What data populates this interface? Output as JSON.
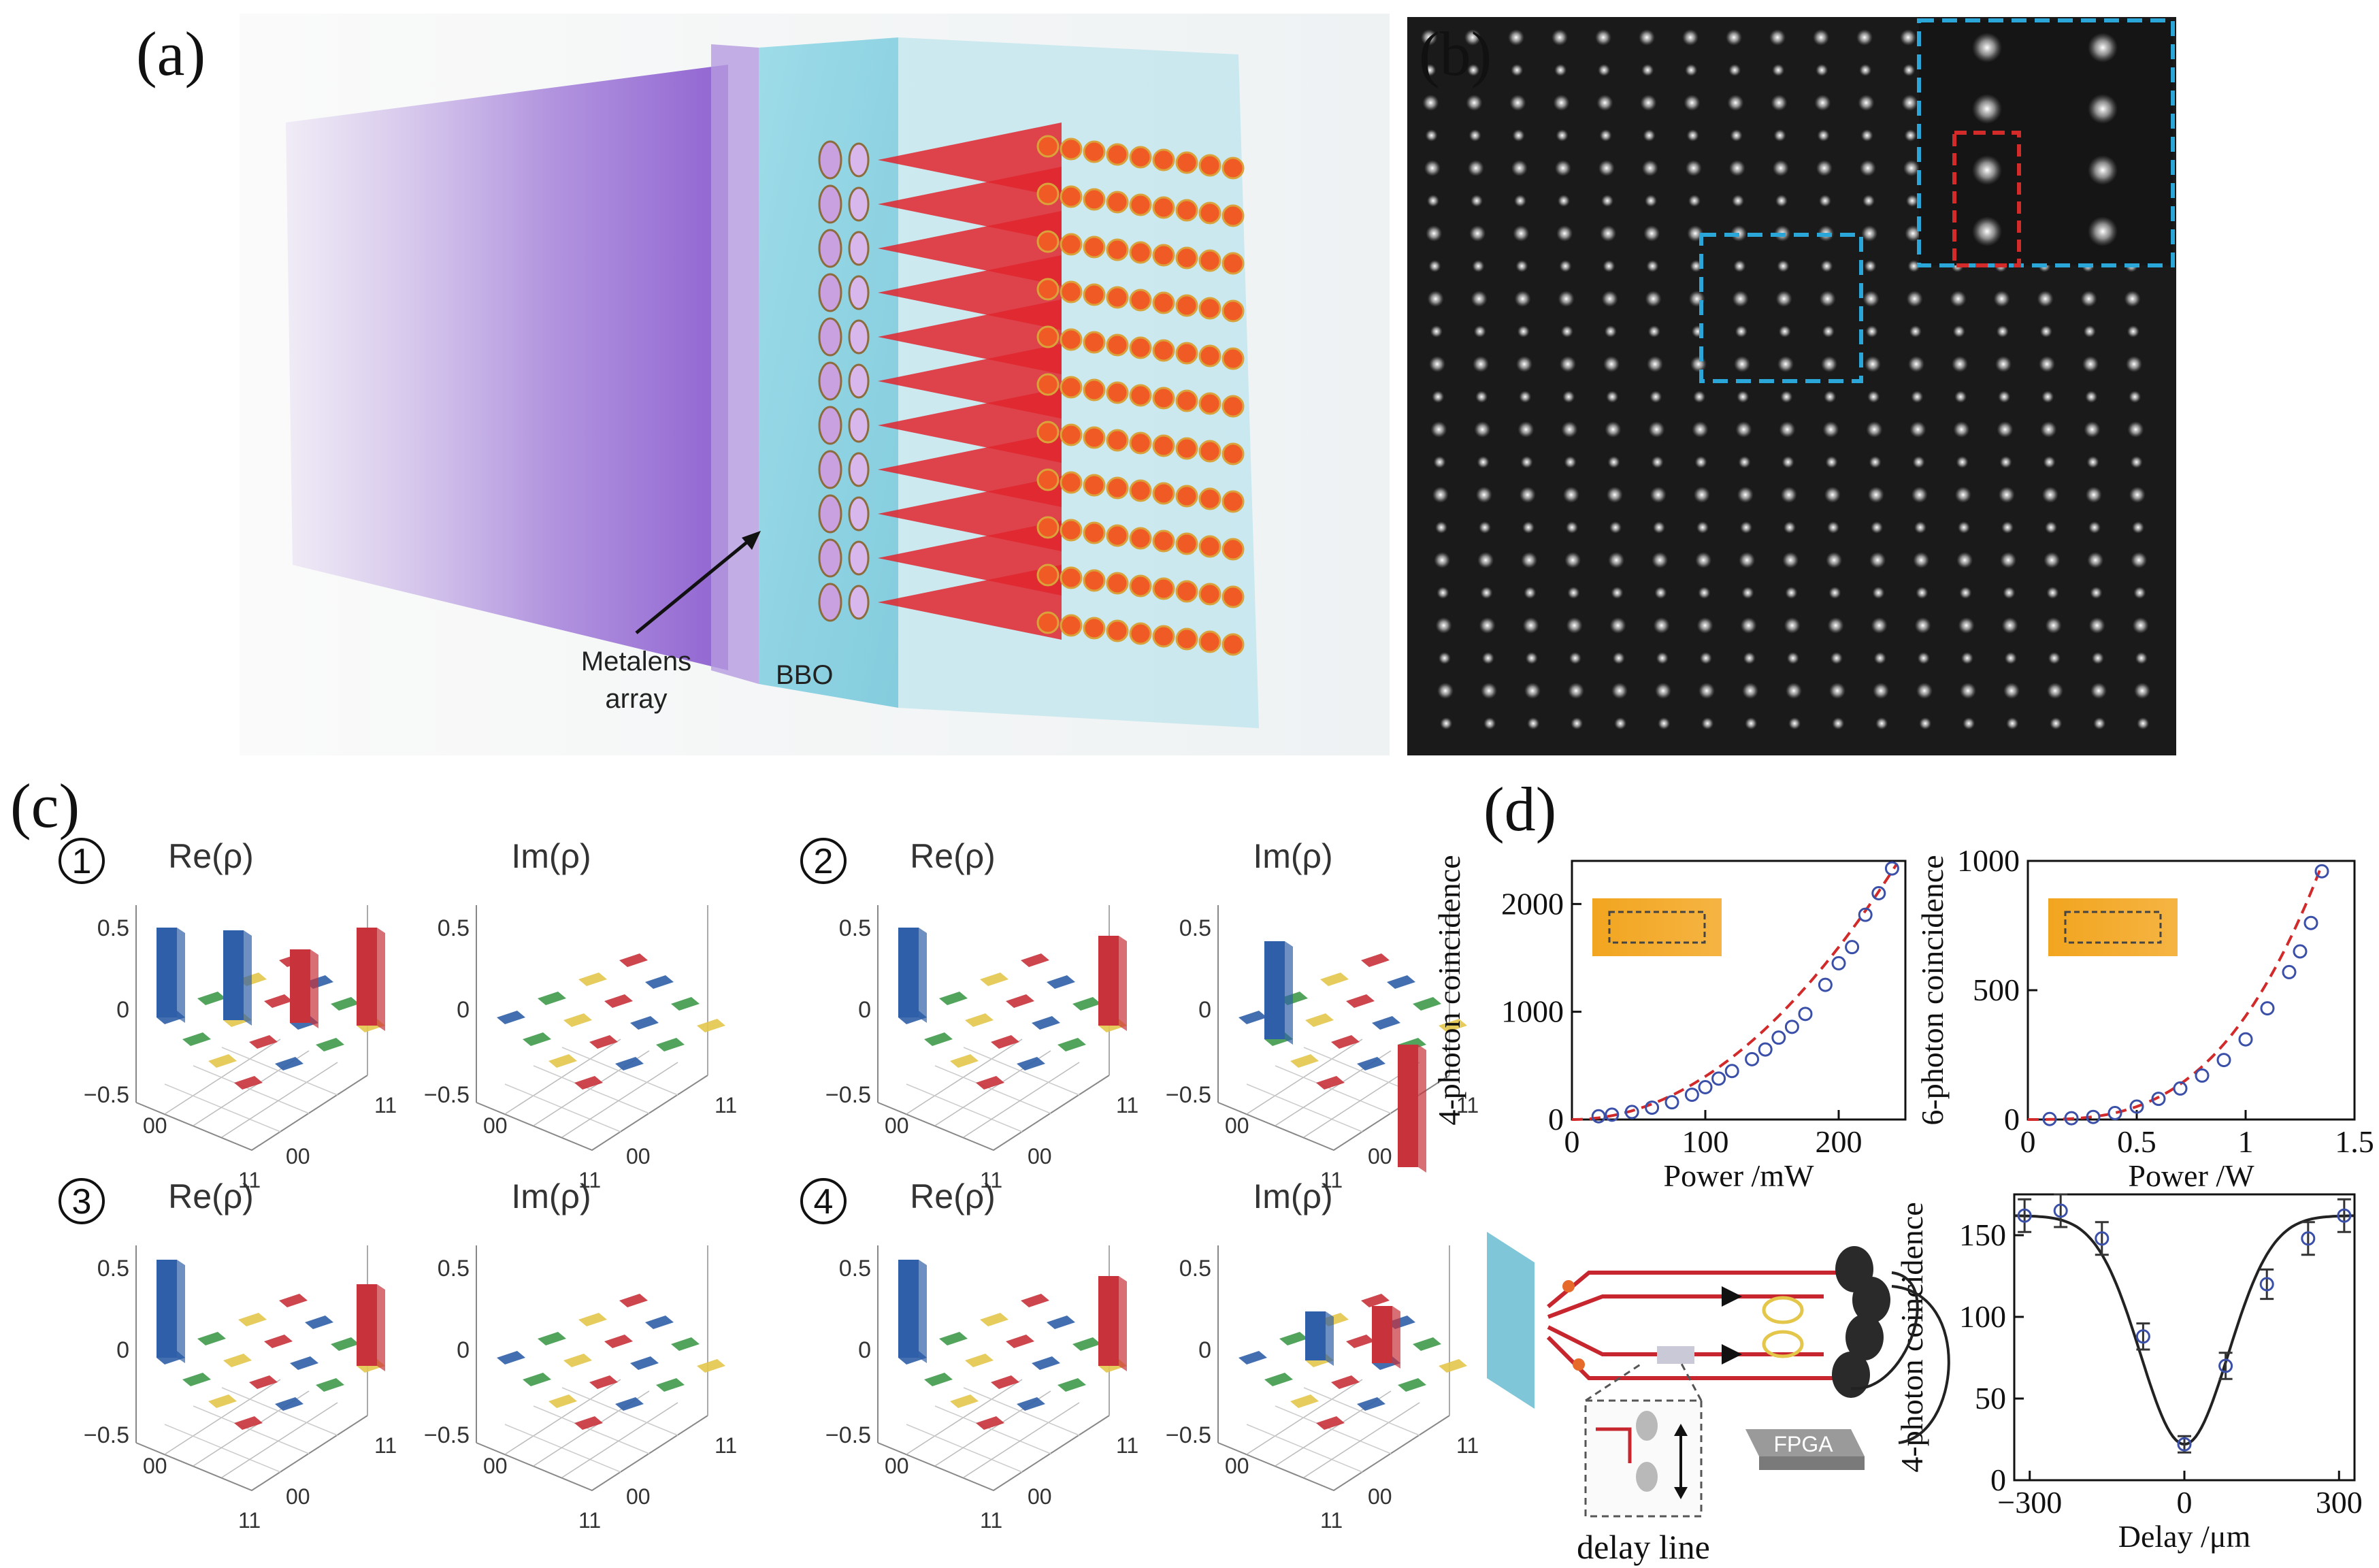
{
  "panels": {
    "a": {
      "label": "(a)",
      "metalens_label_line1": "Metalens",
      "metalens_label_line2": "array",
      "bbo_label": "BBO"
    },
    "b": {
      "label": "(b)"
    },
    "c": {
      "label": "(c)",
      "groups": [
        {
          "number": "1",
          "re": "Re(ρ)",
          "im": "Im(ρ)"
        },
        {
          "number": "2",
          "re": "Re(ρ)",
          "im": "Im(ρ)"
        },
        {
          "number": "3",
          "re": "Re(ρ)",
          "im": "Im(ρ)"
        },
        {
          "number": "4",
          "re": "Re(ρ)",
          "im": "Im(ρ)"
        }
      ],
      "ztick_top": "0.5",
      "ztick_mid": "0",
      "ztick_bot": "−0.5",
      "axis_00": "00",
      "axis_11": "11",
      "colors": {
        "blue": "#2f5fa8",
        "red": "#c8323a",
        "green": "#3f9a4a",
        "yellow": "#e3c64a"
      }
    },
    "d": {
      "label": "(d)",
      "delay_line_label": "delay line",
      "fpga_label": "FPGA"
    }
  },
  "chart_data": [
    {
      "type": "scatter",
      "id": "d-power-4photon",
      "xlabel": "Power /mW",
      "ylabel": "4-photon coincidence",
      "xlim": [
        0,
        250
      ],
      "ylim": [
        0,
        2400
      ],
      "xticks": [
        0,
        100,
        200
      ],
      "yticks": [
        0,
        1000,
        2000
      ],
      "series": [
        {
          "values": [
            [
              20,
              30
            ],
            [
              30,
              45
            ],
            [
              45,
              70
            ],
            [
              60,
              110
            ],
            [
              75,
              160
            ],
            [
              90,
              230
            ],
            [
              100,
              300
            ],
            [
              110,
              380
            ],
            [
              120,
              450
            ],
            [
              135,
              560
            ],
            [
              145,
              650
            ],
            [
              155,
              760
            ],
            [
              165,
              860
            ],
            [
              175,
              980
            ],
            [
              190,
              1250
            ],
            [
              200,
              1450
            ],
            [
              210,
              1600
            ],
            [
              220,
              1900
            ],
            [
              230,
              2100
            ],
            [
              240,
              2330
            ]
          ]
        }
      ],
      "fit": "quadratic",
      "colors": {
        "points": "#3a4fa8",
        "fit": "#d22a2a"
      }
    },
    {
      "type": "scatter",
      "id": "d-power-6photon",
      "xlabel": "Power /W",
      "ylabel": "6-photon coincidence",
      "xlim": [
        0,
        1.5
      ],
      "ylim": [
        0,
        1000
      ],
      "xticks": [
        0,
        0.5,
        1.0,
        1.5
      ],
      "yticks": [
        0,
        500,
        1000
      ],
      "series": [
        {
          "values": [
            [
              0.1,
              2
            ],
            [
              0.2,
              5
            ],
            [
              0.3,
              10
            ],
            [
              0.4,
              25
            ],
            [
              0.5,
              50
            ],
            [
              0.6,
              80
            ],
            [
              0.7,
              120
            ],
            [
              0.8,
              170
            ],
            [
              0.9,
              230
            ],
            [
              1.0,
              310
            ],
            [
              1.1,
              430
            ],
            [
              1.2,
              570
            ],
            [
              1.25,
              650
            ],
            [
              1.3,
              760
            ],
            [
              1.35,
              960
            ]
          ]
        }
      ],
      "fit": "cubic",
      "colors": {
        "points": "#3a4fa8",
        "fit": "#d22a2a"
      }
    },
    {
      "type": "scatter",
      "id": "d-hom-dip",
      "xlabel": "Delay /μm",
      "ylabel": "4-photon coincidence",
      "xlim": [
        -330,
        330
      ],
      "ylim": [
        0,
        175
      ],
      "xticks": [
        -300,
        0,
        300
      ],
      "yticks": [
        0,
        50,
        100,
        150
      ],
      "series": [
        {
          "values": [
            [
              -310,
              162
            ],
            [
              -240,
              165
            ],
            [
              -160,
              148
            ],
            [
              -80,
              88
            ],
            [
              0,
              22
            ],
            [
              80,
              70
            ],
            [
              160,
              120
            ],
            [
              240,
              148
            ],
            [
              310,
              162
            ]
          ]
        }
      ],
      "errors": [
        10,
        10,
        10,
        8,
        5,
        8,
        9,
        10,
        10
      ],
      "fit": "gaussian dip",
      "colors": {
        "points": "#3a4fa8",
        "fit": "#222222"
      }
    }
  ]
}
